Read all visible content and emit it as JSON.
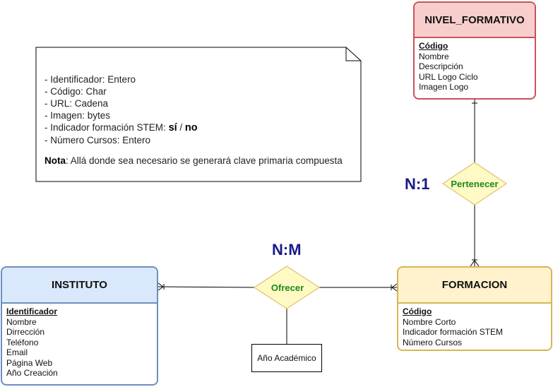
{
  "entities": {
    "nivel": {
      "title": "NIVEL_FORMATIVO",
      "pk": "Código",
      "attributes": [
        "Nombre",
        "Descripción",
        "URL Logo Ciclo",
        "Imagen Logo"
      ]
    },
    "instituto": {
      "title": "INSTITUTO",
      "pk": "Identificador",
      "attributes": [
        "Nombre",
        "Dirrección",
        "Teléfono",
        "Email",
        "Página Web",
        "Año Creación"
      ]
    },
    "formacion": {
      "title": "FORMACION",
      "pk": "Código",
      "attributes": [
        "Nombre Corto",
        "Indicador formación STEM",
        "Número Cursos"
      ]
    }
  },
  "relations": {
    "pertenecer": {
      "label": "Pertenecer",
      "cardinality": "N:1"
    },
    "ofrecer": {
      "label": "Ofrecer",
      "cardinality": "N:M",
      "attribute": "Año Académico"
    }
  },
  "note": {
    "lines": [
      "- Identificador: Entero",
      "- Código: Char",
      "- URL: Cadena",
      "- Imagen: bytes"
    ],
    "stem_prefix": "- Indicador formación STEM: ",
    "stem_si": "sí",
    "stem_sep": " / ",
    "stem_no": "no",
    "cursos": "- Número Cursos: Entero",
    "nota_label": "Nota",
    "nota_text": ": Allá donde sea necesario se generará clave primaria compuesta"
  },
  "colors": {
    "nivel_border": "#c9525a",
    "nivel_fill": "#f8cecc",
    "instituto_border": "#6c8ebf",
    "instituto_fill": "#dae8fc",
    "formacion_border": "#d6b656",
    "formacion_fill": "#fff2cc",
    "diamond_fill": "#fff9c4",
    "diamond_border": "#d6b656",
    "relation_text": "#1a8a1a",
    "cardinality_text": "#1a1a8c"
  }
}
